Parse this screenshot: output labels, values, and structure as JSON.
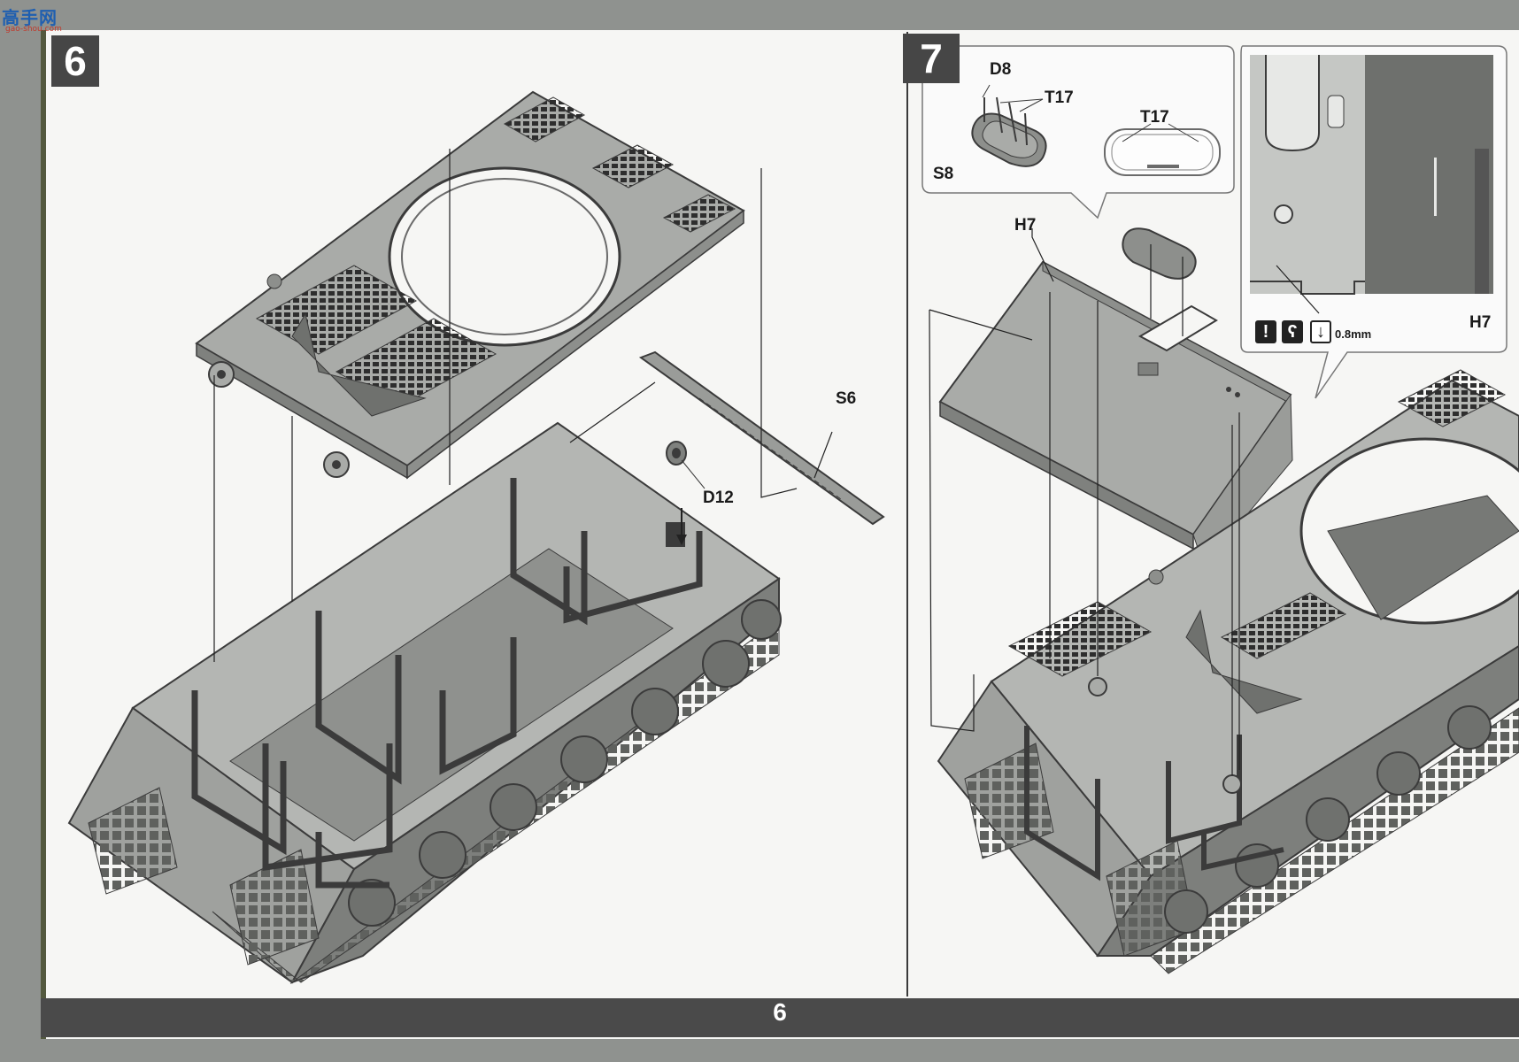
{
  "watermark": {
    "brand": "高手网",
    "sub": "gao-shou.com"
  },
  "page_number": "6",
  "steps": [
    {
      "number": "6",
      "labels": {
        "d12": "D12",
        "s6": "S6"
      }
    },
    {
      "number": "7",
      "callout": {
        "d8": "D8",
        "t17_a": "T17",
        "t17_b": "T17",
        "s8": "S8"
      },
      "labels": {
        "h7_main": "H7",
        "h7_detail": "H7"
      },
      "drill_note": {
        "warning": "!",
        "tool": "ʕ",
        "drill": "↓",
        "size": "0.8mm"
      }
    }
  ],
  "colors": {
    "part_fill": "#a9aba8",
    "part_dark": "#7f817e",
    "line": "#3b3b3b",
    "footer": "#4a4a4a"
  }
}
